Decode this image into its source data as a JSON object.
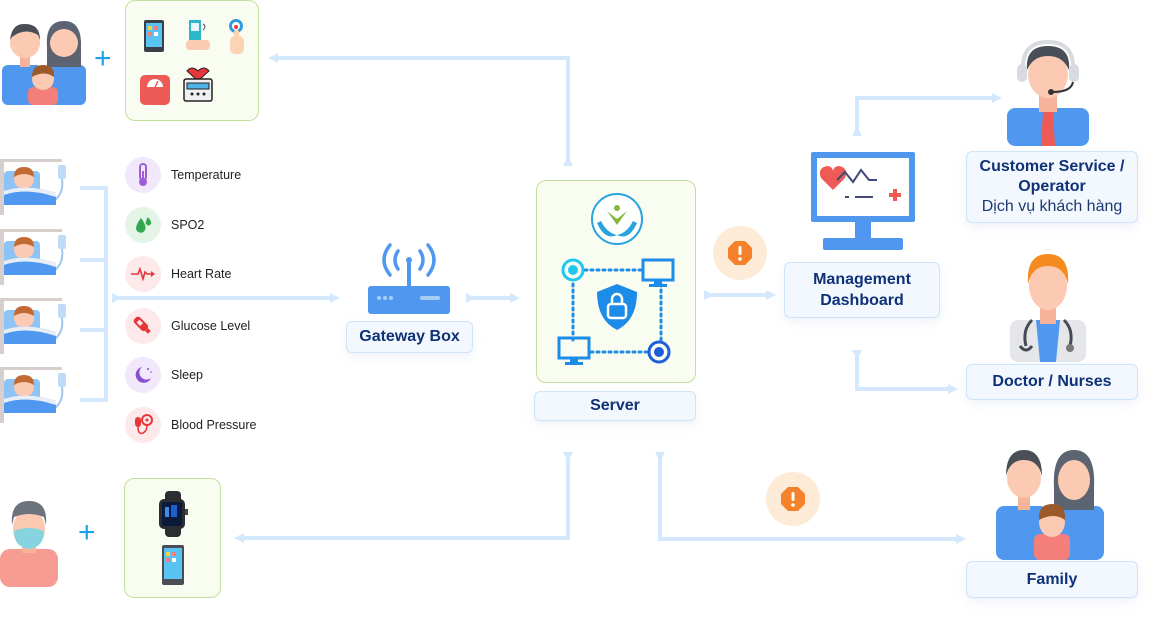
{
  "home_devices": {
    "plus": "+",
    "devices": [
      "smartphone",
      "pulse-oximeter",
      "blood-glucose-meter",
      "weighing-scale",
      "ecg-monitor"
    ]
  },
  "sensors": [
    {
      "label": "Temperature",
      "icon": "thermometer-icon",
      "color": "#a05cd6",
      "bg": "#f1e8fb"
    },
    {
      "label": "SPO2",
      "icon": "drops-icon",
      "color": "#2fa84f",
      "bg": "#e4f5e8"
    },
    {
      "label": "Heart Rate",
      "icon": "heartbeat-icon",
      "color": "#e5373a",
      "bg": "#fde9e9"
    },
    {
      "label": "Glucose Level",
      "icon": "glucose-pen-icon",
      "color": "#e5373a",
      "bg": "#fde9e9"
    },
    {
      "label": "Sleep",
      "icon": "moon-icon",
      "color": "#8a4fd0",
      "bg": "#f1e8fb"
    },
    {
      "label": "Blood Pressure",
      "icon": "blood-pressure-icon",
      "color": "#e5373a",
      "bg": "#fde9e9"
    }
  ],
  "gateway": {
    "label": "Gateway Box"
  },
  "server": {
    "label": "Server"
  },
  "dashboard": {
    "label_line1": "Management",
    "label_line2": "Dashboard"
  },
  "customer_service": {
    "line1": "Customer Service /",
    "line2": "Operator",
    "sub": "Dịch vụ khách hàng"
  },
  "doctor": {
    "label": "Doctor / Nurses"
  },
  "family": {
    "label": "Family"
  },
  "mobile_devices": {
    "plus": "+",
    "devices": [
      "smartwatch",
      "smartphone"
    ]
  },
  "alert": {
    "glyph": "!"
  },
  "colors": {
    "arrow": "#d3e8fc",
    "label_text": "#0f3176",
    "device_box_border": "#c3df9c",
    "alert_orange": "#f5822a",
    "accent_blue": "#4a90f0"
  }
}
